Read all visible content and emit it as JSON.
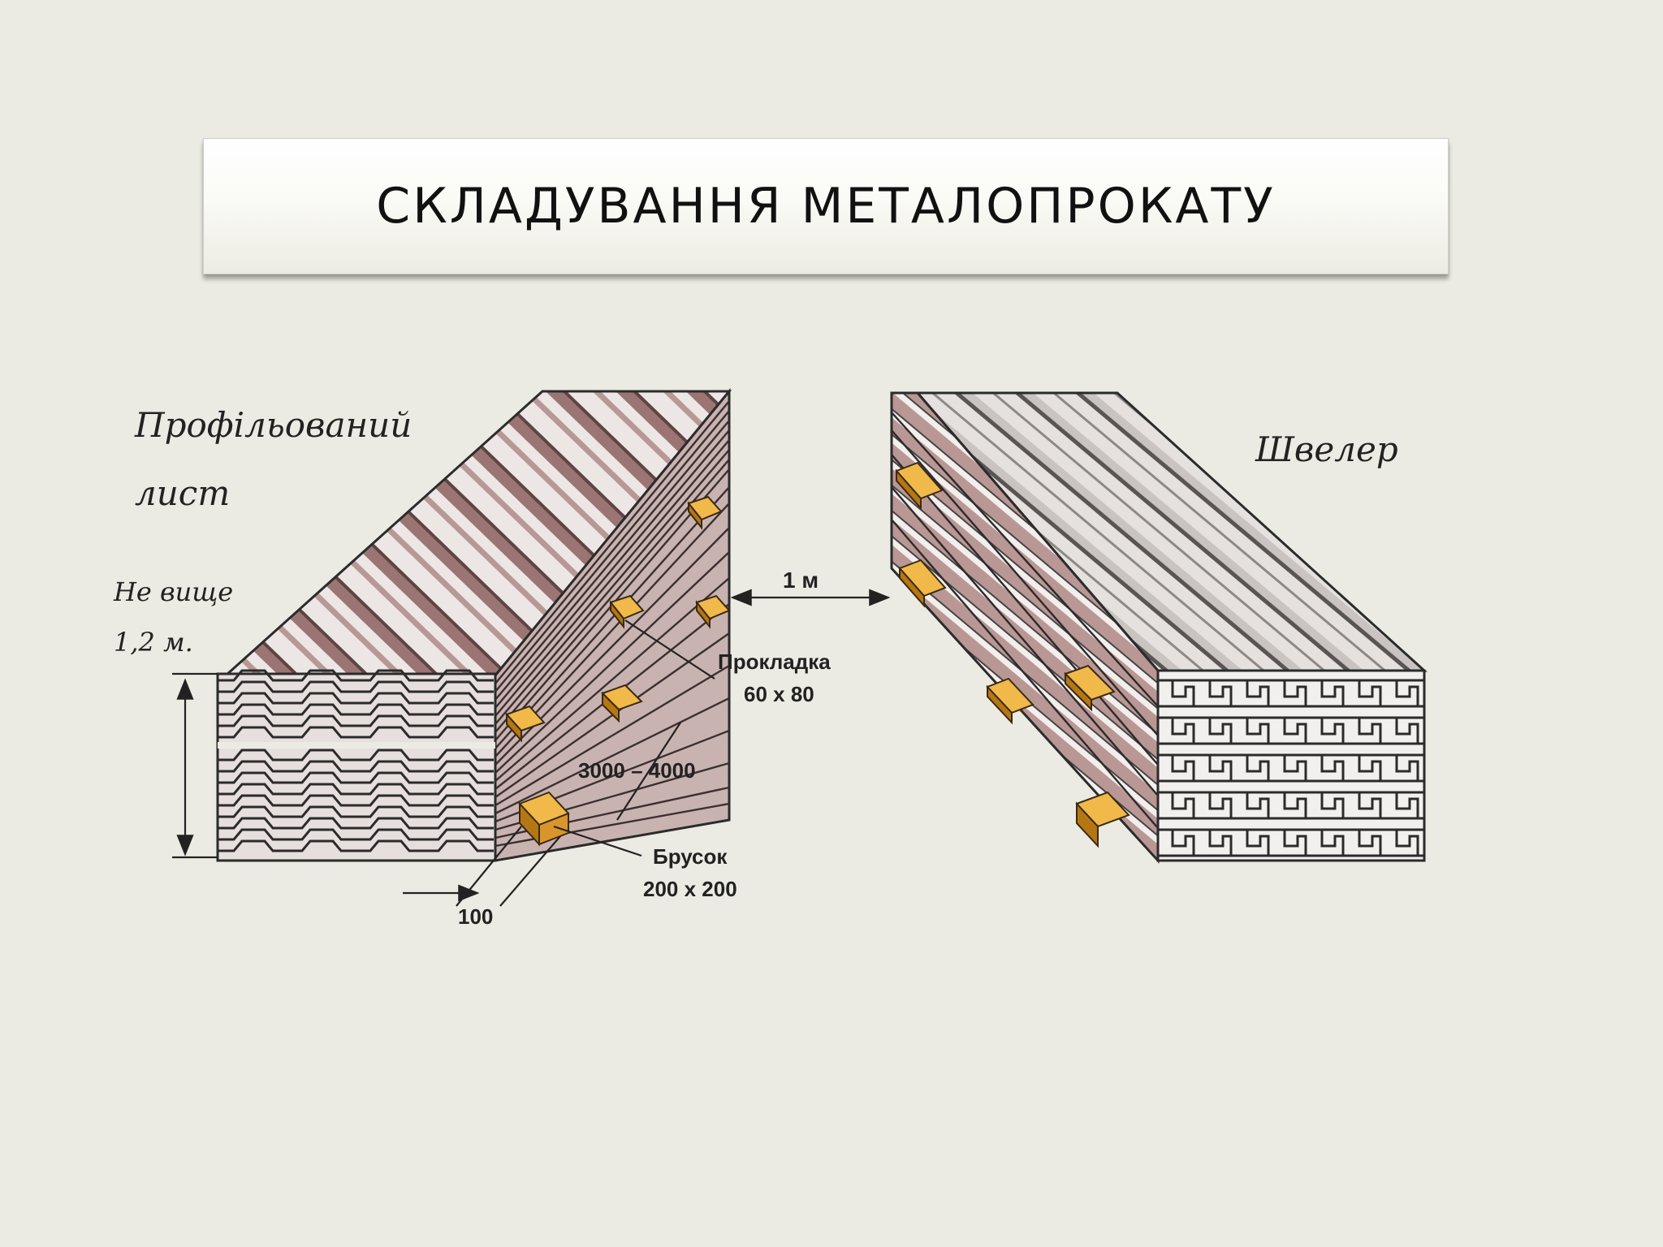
{
  "slide": {
    "title": "СКЛАДУВАННЯ МЕТАЛОПРОКАТУ"
  },
  "labels": {
    "profiled_sheet_line1": "Профільований",
    "profiled_sheet_line2": "лист",
    "max_height_line1": "Не вище",
    "max_height_line2": "1,2 м.",
    "channel": "Швелер",
    "gap": "1 м",
    "spacer_line1": "Прокладка",
    "spacer_line2": "60 х 80",
    "spacing": "3000 – 4000",
    "beam_line1": "Брусок",
    "beam_line2": "200 х 200",
    "offset": "100"
  },
  "colors": {
    "background": "#ebebe3",
    "sheet_brown": "#9a7472",
    "sheet_light": "#ece6e4",
    "wood": "#e3a437",
    "wood_dark": "#b57614",
    "channel_gray": "#dddad8",
    "line": "#2b2b2b"
  }
}
